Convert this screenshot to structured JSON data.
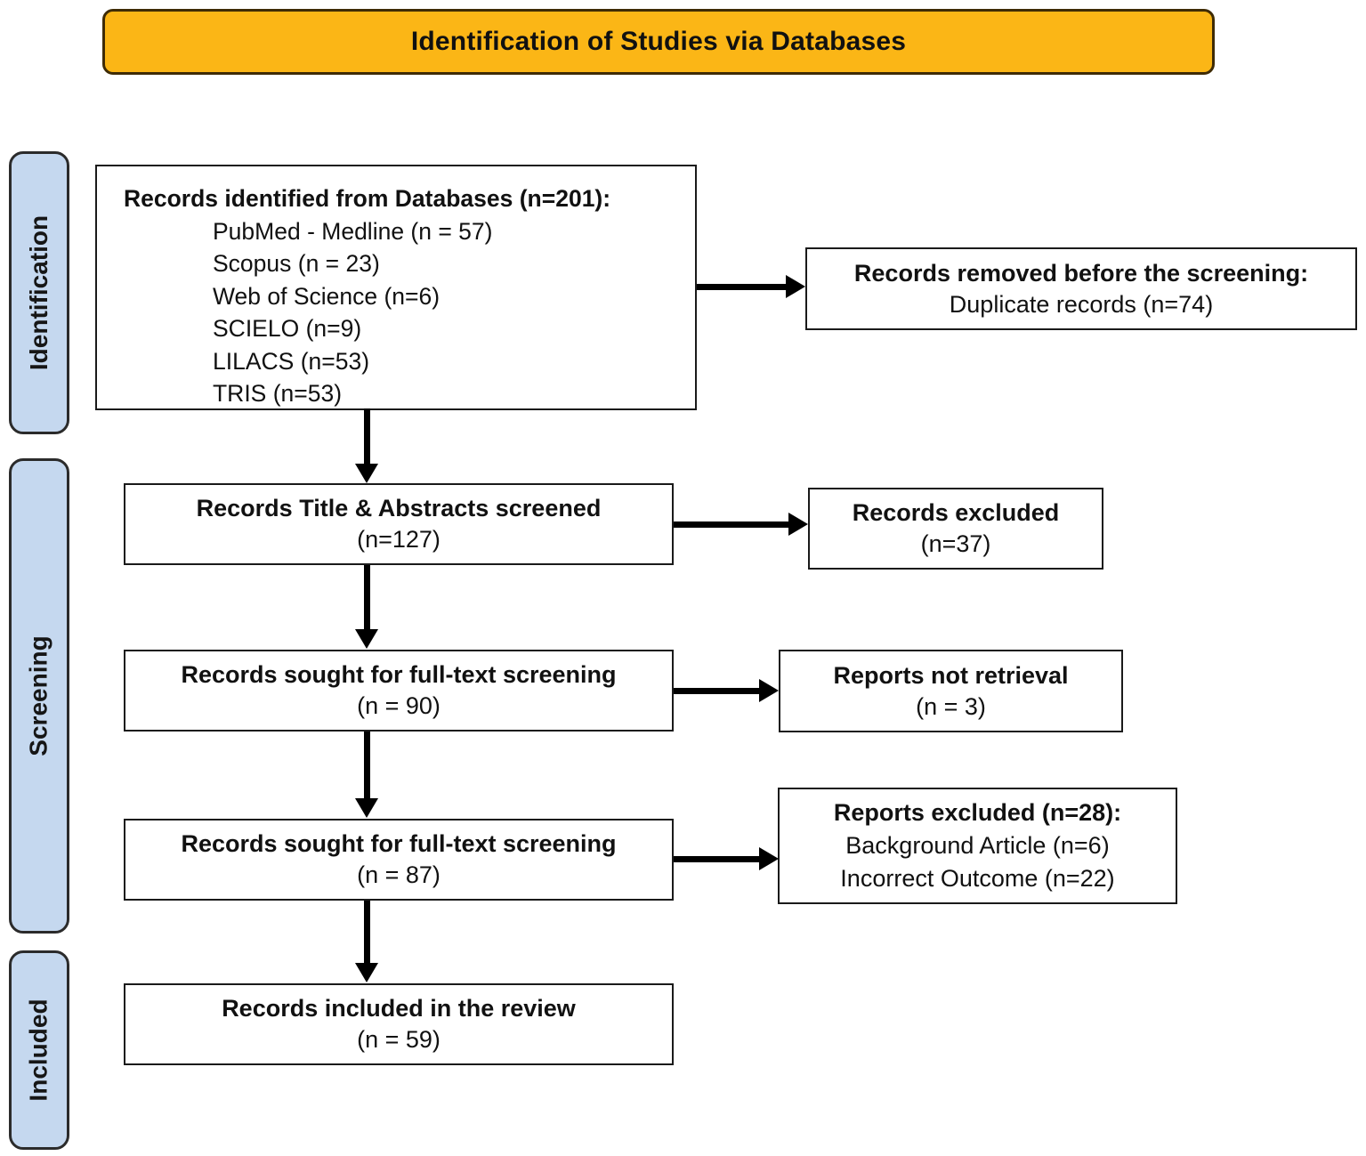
{
  "header": {
    "title": "Identification of Studies via Databases"
  },
  "colors": {
    "header_bg": "#FBB616",
    "header_border": "#3E2B05",
    "stage_bg": "#C5D8EF"
  },
  "stages": [
    {
      "label": "Identification"
    },
    {
      "label": "Screening"
    },
    {
      "label": "Included"
    }
  ],
  "boxes": {
    "identified": {
      "title": "Records identified from Databases (n=201):",
      "items": [
        "PubMed - Medline (n = 57)",
        "Scopus (n = 23)",
        "Web of Science (n=6)",
        "SCIELO (n=9)",
        "LILACS (n=53)",
        "TRIS (n=53)"
      ]
    },
    "removed": {
      "title": "Records removed before the screening:",
      "subtitle": "Duplicate records (n=74)"
    },
    "screened": {
      "title": "Records Title & Abstracts screened",
      "count": "(n=127)"
    },
    "excluded": {
      "title": "Records excluded",
      "count": "(n=37)"
    },
    "fulltext1": {
      "title": "Records sought for full-text screening",
      "count": "(n = 90)"
    },
    "not_retrieved": {
      "title": "Reports not retrieval",
      "count": "(n = 3)"
    },
    "fulltext2": {
      "title": "Records sought for full-text screening",
      "count": "(n = 87)"
    },
    "reports_excluded": {
      "title": "Reports excluded (n=28):",
      "items": [
        "Background Article (n=6)",
        "Incorrect Outcome (n=22)"
      ]
    },
    "included_review": {
      "title": "Records included in the review",
      "count": "(n = 59)"
    }
  }
}
